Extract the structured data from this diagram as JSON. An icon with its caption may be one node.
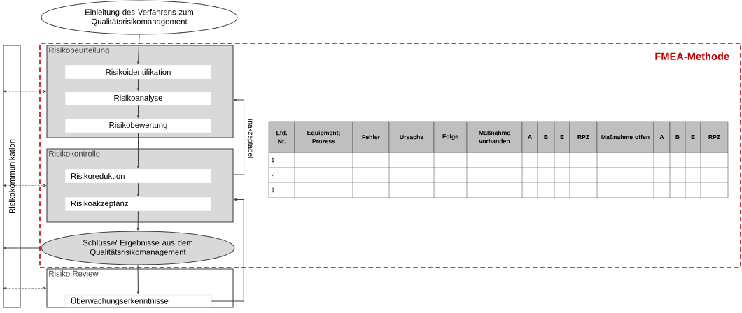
{
  "diagram": {
    "nodes": [
      {
        "text": [
          "Einleitung des Verfahrens zum Qualitätsrisikomanagement"
        ]
      },
      {
        "text": [
          "FMEA-Methode"
        ]
      },
      {
        "text": [
          "Risikobeurteilung"
        ],
        "in": 1
      },
      {
        "text": [
          "Risikoidentifikation"
        ],
        "in": 2
      },
      {
        "text": [
          "Risikoanalyse"
        ],
        "in": 2
      },
      {
        "text": [
          "Risikobewertung"
        ],
        "in": 2
      },
      {
        "text": [
          "Risikokontrolle"
        ],
        "in": 1
      },
      {
        "text": [
          "Risikoreduktion"
        ],
        "in": 6
      },
      {
        "text": [
          "Risikoakzeptanz"
        ],
        "in": 6
      },
      {
        "text": [
          "Schlüsse/ Ergebnisse aus dem Qualitätsrisikomanagement"
        ],
        "in": 1
      },
      {
        "text": [
          "Risiko Review"
        ]
      },
      {
        "text": [
          "Überwachungserkenntnisse"
        ],
        "in": 10
      },
      {
        "text": [
          "Risikokommunikation"
        ]
      }
    ],
    "edges": [
      {
        "from": 0,
        "to": 3,
        "arrow": "to"
      },
      {
        "from": 3,
        "to": 4,
        "arrow": "to"
      },
      {
        "from": 4,
        "to": 5,
        "arrow": "to"
      },
      {
        "from": 5,
        "to": 7,
        "arrow": "to"
      },
      {
        "from": 7,
        "to": 8,
        "arrow": "to"
      },
      {
        "from": 8,
        "to": 9,
        "arrow": "to"
      },
      {
        "from": 9,
        "to": 11,
        "arrow": "to"
      },
      {
        "from": 6,
        "to": 2,
        "arrow": "to",
        "label": "inakzeptabel"
      },
      {
        "from": 11,
        "to": 6,
        "arrow": "to"
      },
      {
        "from": 12,
        "to": 2,
        "arrow": "both",
        "style": "dashed"
      },
      {
        "from": 12,
        "to": 6,
        "arrow": "both",
        "style": "dashed"
      },
      {
        "from": 9,
        "to": 12,
        "arrow": "to"
      },
      {
        "from": 12,
        "to": 10,
        "arrow": "both",
        "style": "dashed"
      }
    ],
    "labels": [
      "Lfd. Nr.",
      "Equipment; Prozess",
      "Fehler",
      "Ursache",
      "Folge",
      "Maßnahme vorhanden",
      "A",
      "B",
      "E",
      "RPZ",
      "Maßnahme offen",
      "A",
      "B",
      "E",
      "RPZ",
      "1",
      "2",
      "3"
    ]
  }
}
